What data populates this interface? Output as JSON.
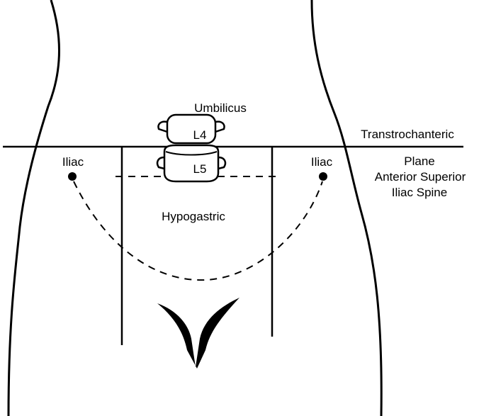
{
  "labels": {
    "umbilicus": "Umbilicus",
    "l4": "L4",
    "l5": "L5",
    "transtrochanteric": "Transtrochanteric",
    "plane": "Plane",
    "anterior_superior": "Anterior Superior",
    "iliac_spine": "Iliac Spine",
    "iliac_left": "Iliac",
    "iliac_right": "Iliac",
    "hypogastric": "Hypogastric"
  },
  "colors": {
    "ink": "#000000",
    "background": "#ffffff"
  }
}
